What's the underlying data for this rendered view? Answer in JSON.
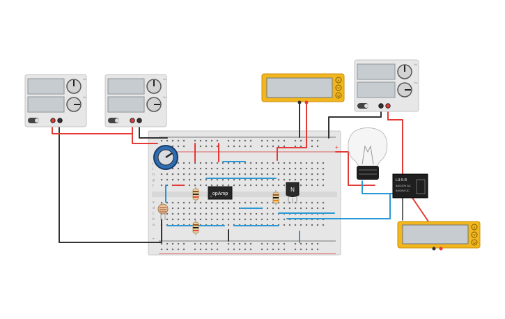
{
  "canvas": {
    "background": "#ffffff"
  },
  "power_supplies": [
    {
      "id": "ps1",
      "labels": [
        "Vol",
        "Cur"
      ],
      "screen_text": [
        "",
        ""
      ]
    },
    {
      "id": "ps2",
      "labels": [
        "Vol",
        "Cur"
      ],
      "screen_text": [
        "",
        ""
      ]
    },
    {
      "id": "ps3",
      "labels": [
        "Vol",
        "Cur"
      ],
      "screen_text": [
        "",
        ""
      ]
    }
  ],
  "multimeters": [
    {
      "id": "mm1",
      "screen_text": "",
      "dial": [
        "A",
        "V",
        "Ω"
      ]
    },
    {
      "id": "mm2",
      "screen_text": "",
      "dial": [
        "A",
        "V",
        "Ω"
      ]
    }
  ],
  "breadboard": {
    "row_letters_top": [
      "j",
      "i",
      "h",
      "g",
      "f"
    ],
    "row_letters_bottom": [
      "e",
      "d",
      "c",
      "b",
      "a"
    ],
    "rail_signs": [
      "+",
      "-"
    ]
  },
  "components": {
    "opamp_label": "opAmp",
    "transistor_label": "N",
    "relay_line1": "LU-5-R",
    "relay_line2": "5A/120V AC",
    "relay_line3": "5A/28V DC"
  },
  "colors": {
    "wire_red": "#e53935",
    "wire_black": "#333333",
    "wire_blue": "#2a98d4",
    "multimeter": "#f2b61e",
    "potentiometer": "#2f6db3",
    "breadboard": "#e8e8e8"
  }
}
